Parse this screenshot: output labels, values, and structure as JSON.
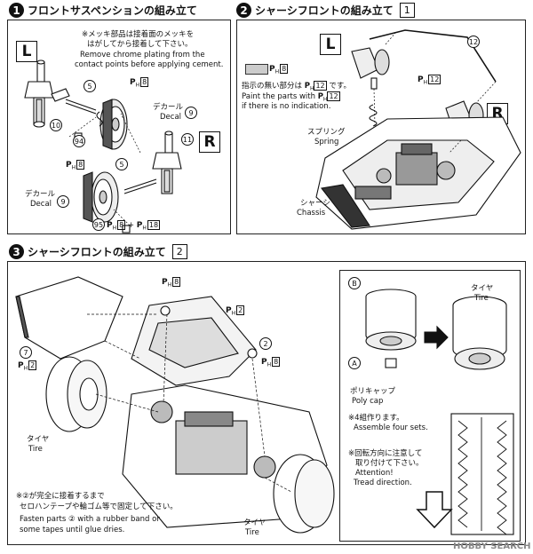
{
  "step1": {
    "num": "1",
    "title": "フロントサスペンションの組み立て",
    "note_ja_1": "※メッキ部品は接着面のメッキを",
    "note_ja_2": "はがしてから接着して下さい。",
    "note_en_1": "Remove chrome plating from the",
    "note_en_2": "contact points before applying cement.",
    "left_label": "L",
    "right_label": "R",
    "part_5a": "5",
    "part_5b": "5",
    "part_10": "10",
    "part_11": "11",
    "part_94": "94",
    "part_95": "95",
    "part_9a": "9",
    "part_9b": "9",
    "ph_top": "8",
    "ph_mid": "8",
    "ph_bottom_a": "8",
    "ph_bottom_b": "18",
    "decal_ja_a": "デカール",
    "decal_en_a": "Decal",
    "decal_ja_b": "デカール",
    "decal_en_b": "Decal"
  },
  "step2": {
    "num": "2",
    "title": "シャーシフロントの組み立て",
    "box": "1",
    "left_label": "L",
    "right_label": "R",
    "legend_ph": "8",
    "paint_ja": "指示の無い部分は",
    "paint_ph_a": "12",
    "paint_ja_end": "です。",
    "paint_en": "Paint the parts with",
    "paint_ph_b": "12",
    "paint_en_2": "if there is no indication.",
    "part_12": "12",
    "ph_12": "12",
    "spring_ja": "スプリング",
    "spring_en": "Spring",
    "chassis_ja": "シャーシ",
    "chassis_en": "Chassis"
  },
  "step3": {
    "num": "3",
    "title": "シャーシフロントの組み立て",
    "box": "2",
    "ph_top": "8",
    "ph_mid": "2",
    "ph_right": "8",
    "ph_left": "2",
    "part_7": "7",
    "part_2": "2",
    "tire_ja_a": "タイヤ",
    "tire_en_a": "Tire",
    "tire_ja_b": "タイヤ",
    "tire_en_b": "Tire",
    "fasten_ja_1": "※②が完全に接着するまで",
    "fasten_ja_2": "セロハンテープや輪ゴム等で固定して下さい。",
    "fasten_en_1": "Fasten parts ② with a rubber band or",
    "fasten_en_2": "some tapes until glue dries."
  },
  "inset": {
    "label_b": "B",
    "label_a": "A",
    "tire_ja": "タイヤ",
    "tire_en": "Tire",
    "polycap_ja": "ポリキャップ",
    "polycap_en": "Poly cap",
    "sets_ja": "※4組作ります。",
    "sets_en": "Assemble four sets.",
    "tread_ja_1": "※回転方向に注意して",
    "tread_ja_2": "取り付けて下さい。",
    "tread_en_1": "Attention!",
    "tread_en_2": "Tread direction."
  },
  "watermark": "HOBBY SEARCH",
  "ph_prefix": "P",
  "ph_sub": "H"
}
